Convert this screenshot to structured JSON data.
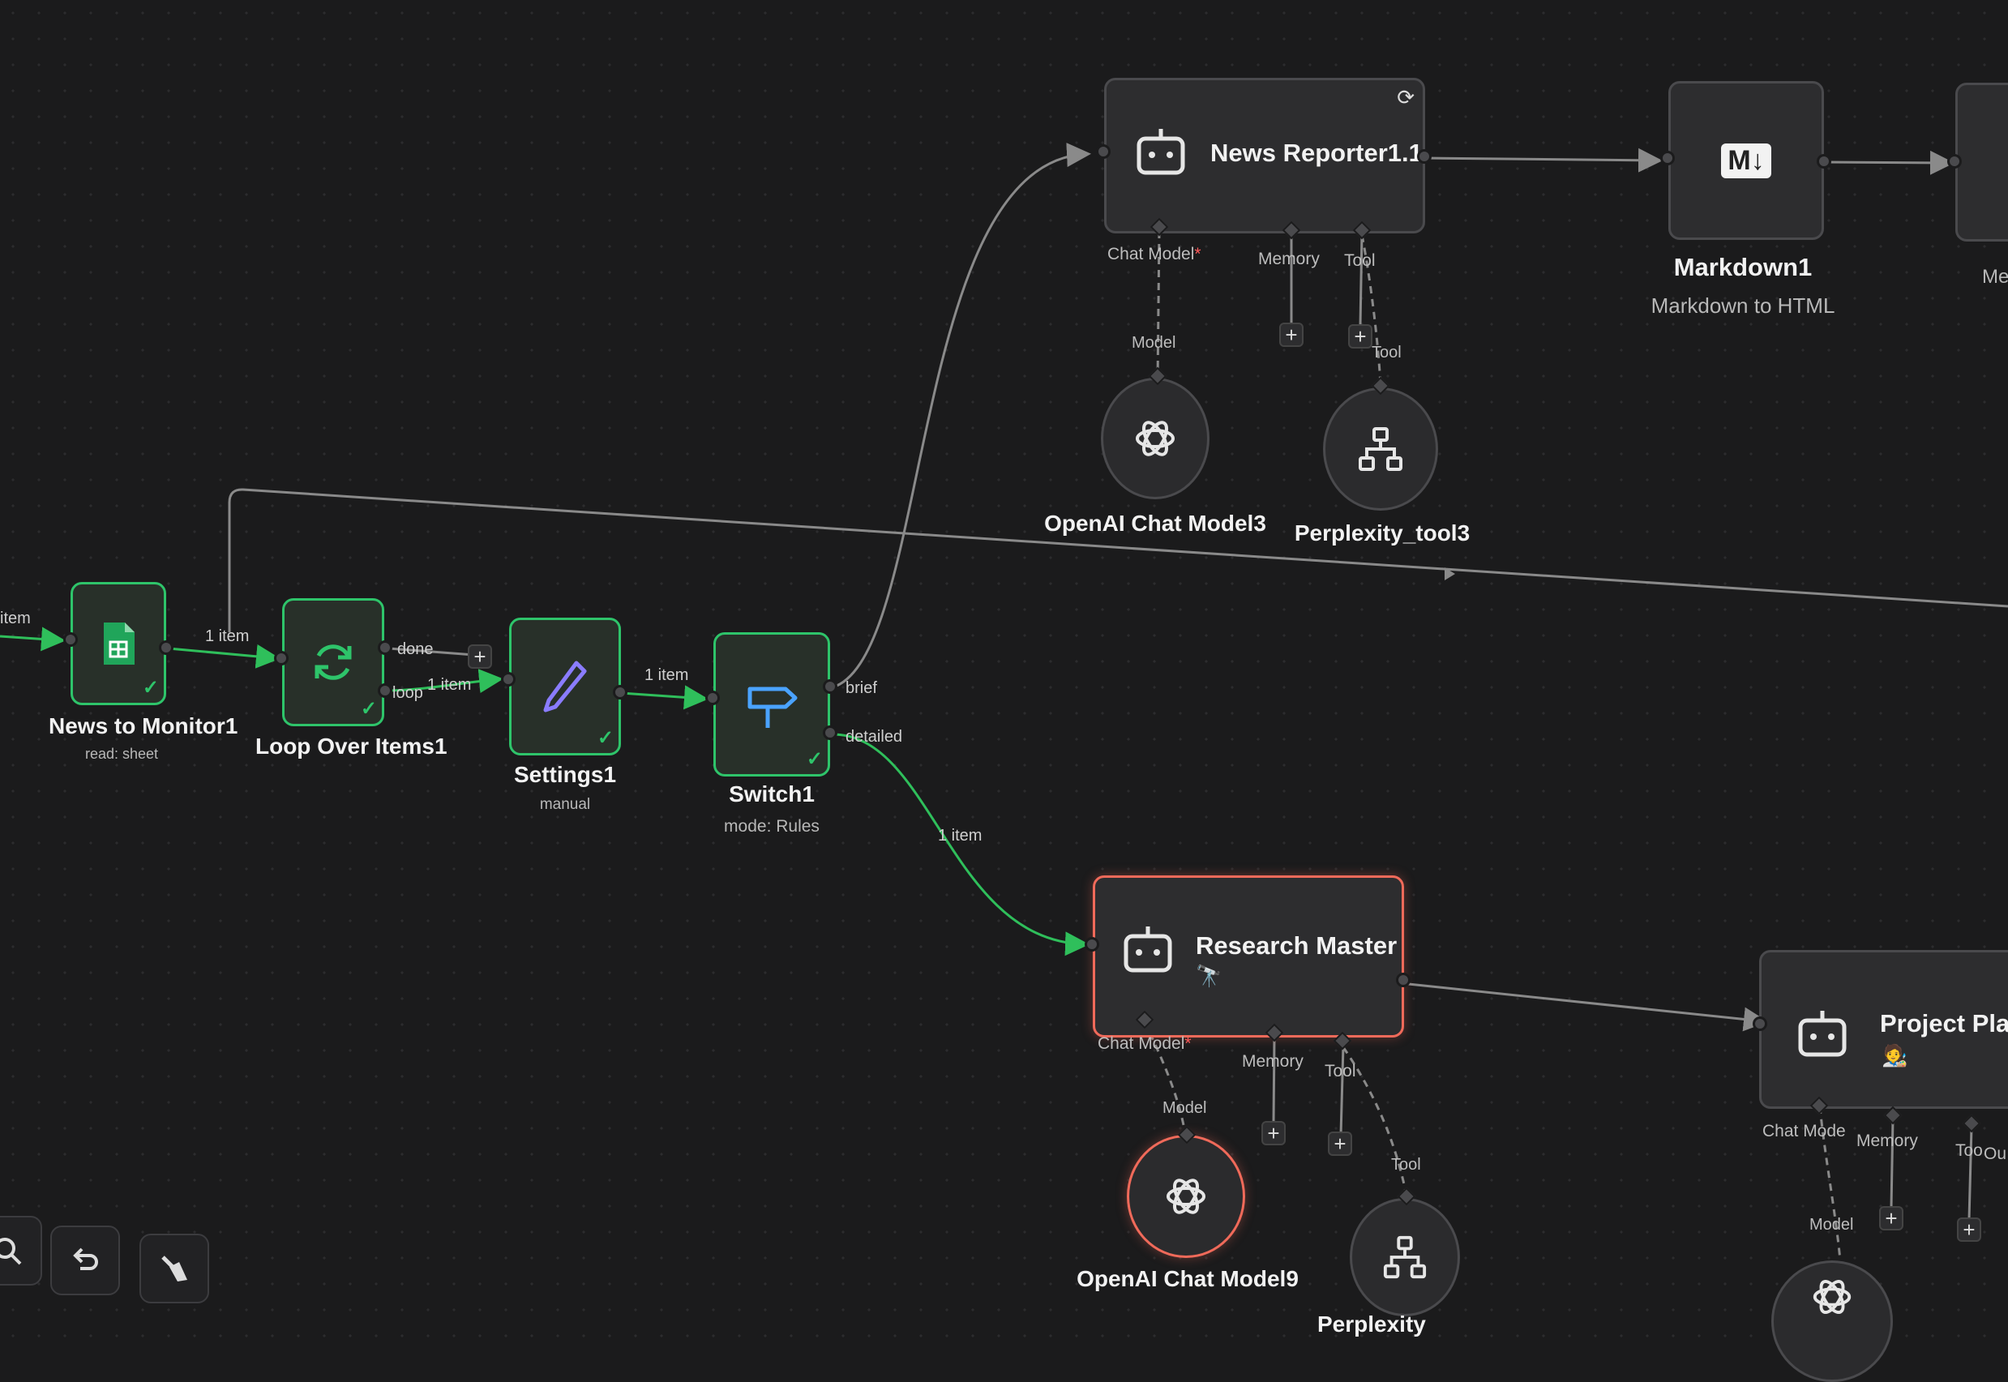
{
  "edge_labels": {
    "item_left": "item",
    "news_to_loop": "1 item",
    "loop_done": "done",
    "loop_loop": "loop",
    "loop_to_settings": "1 item",
    "settings_to_switch": "1 item",
    "switch_brief": "brief",
    "switch_detailed": "detailed",
    "switch_to_research": "1 item"
  },
  "nodes": {
    "news_to_monitor": {
      "title": "News to Monitor1",
      "subtitle": "read: sheet",
      "icon": "google-sheets-icon"
    },
    "loop_over_items": {
      "title": "Loop Over Items1",
      "icon": "loop-icon"
    },
    "settings": {
      "title": "Settings1",
      "subtitle": "manual",
      "icon": "pencil-icon"
    },
    "switch": {
      "title": "Switch1",
      "subtitle": "mode: Rules",
      "icon": "signpost-icon"
    },
    "news_reporter": {
      "title": "News Reporter1.1",
      "icon": "robot-icon",
      "slots": {
        "chat_model": "Chat Model",
        "required_mark": "*",
        "memory": "Memory",
        "tool": "Tool"
      },
      "sub_labels": {
        "model": "Model",
        "tool": "Tool"
      }
    },
    "markdown": {
      "title": "Markdown1",
      "subtitle": "Markdown to HTML",
      "icon_text": "M↓"
    },
    "next_node_partial": {
      "subtitle": "Me"
    },
    "openai_chat_model3": {
      "title": "OpenAI Chat Model3",
      "icon": "openai-icon"
    },
    "perplexity_tool3": {
      "title": "Perplexity_tool3",
      "icon": "hierarchy-icon"
    },
    "research_master": {
      "title": "Research Master",
      "emoji": "🔭",
      "icon": "robot-icon",
      "slots": {
        "chat_model": "Chat Model",
        "required_mark": "*",
        "memory": "Memory",
        "tool": "Tool"
      },
      "sub_labels": {
        "model": "Model",
        "tool": "Tool"
      }
    },
    "openai_chat_model9": {
      "title": "OpenAI Chat Model9",
      "icon": "openai-icon"
    },
    "perplexity_partial": {
      "title": "Perplexity",
      "icon": "hierarchy-icon"
    },
    "project_planner": {
      "title": "Project Pla",
      "emoji": "🧑‍🎨",
      "icon": "robot-icon",
      "slots": {
        "chat_model": "Chat Mode",
        "memory": "Memory",
        "tool": "Too",
        "output": "Ou"
      },
      "sub_labels": {
        "model": "Model"
      }
    }
  },
  "plus_label": "+",
  "toolbar": {
    "zoom": "zoom-icon",
    "undo": "undo-icon",
    "clean": "broom-icon"
  },
  "colors": {
    "success": "#2ec46a",
    "error": "#f06a5a",
    "edge": "#8a8a8a",
    "canvas": "#1b1b1c",
    "accent_blue": "#4aa3ff",
    "accent_violet": "#8a7cff"
  }
}
